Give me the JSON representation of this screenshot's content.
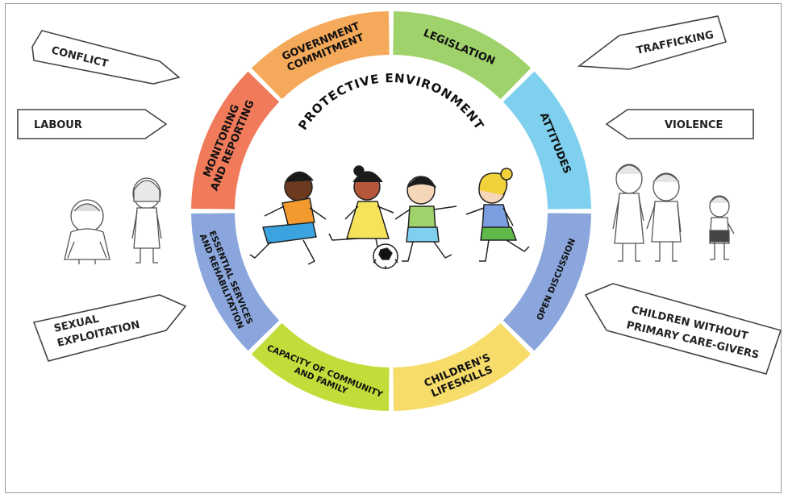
{
  "diagram": {
    "center_title": "PROTECTIVE ENVIRONMENT",
    "ring_segments": [
      {
        "id": "legislation",
        "label_lines": [
          "LEGISLATION"
        ],
        "color": "#9fd26a"
      },
      {
        "id": "attitudes",
        "label_lines": [
          "ATTITUDES"
        ],
        "color": "#7fd0ee"
      },
      {
        "id": "open-discussion",
        "label_lines": [
          "OPEN DISCUSSION"
        ],
        "color": "#8aa6dc"
      },
      {
        "id": "lifeskills",
        "label_lines": [
          "CHILDREN'S",
          "LIFESKILLS"
        ],
        "color": "#f7dc6a"
      },
      {
        "id": "capacity",
        "label_lines": [
          "CAPACITY OF COMMUNITY",
          "AND FAMILY"
        ],
        "color": "#c4dc3a"
      },
      {
        "id": "services",
        "label_lines": [
          "ESSENTIAL SERVICES",
          "AND REHABILITATION"
        ],
        "color": "#8aa6dc"
      },
      {
        "id": "monitoring",
        "label_lines": [
          "MONITORING",
          "AND REPORTING"
        ],
        "color": "#f07a5a"
      },
      {
        "id": "government",
        "label_lines": [
          "GOVERNMENT",
          "COMMITMENT"
        ],
        "color": "#f5a95a"
      }
    ],
    "threats_left": [
      {
        "id": "conflict",
        "label_lines": [
          "CONFLICT"
        ]
      },
      {
        "id": "labour",
        "label_lines": [
          "LABOUR"
        ]
      },
      {
        "id": "sexual-exploitation",
        "label_lines": [
          "SEXUAL",
          "EXPLOITATION"
        ]
      }
    ],
    "threats_right": [
      {
        "id": "trafficking",
        "label_lines": [
          "TRAFFICKING"
        ]
      },
      {
        "id": "violence",
        "label_lines": [
          "VIOLENCE"
        ]
      },
      {
        "id": "children-without-caregivers",
        "label_lines": [
          "CHILDREN WITHOUT",
          "PRIMARY CARE-GIVERS"
        ]
      }
    ],
    "colors": {
      "arrow_stroke": "#444444",
      "text": "#222222",
      "child1_shirt": "#f29a2e",
      "child1_shorts": "#3ba3e0",
      "child1_skin": "#6b3a1f",
      "child2_dress": "#f7e35a",
      "child2_skin": "#b5573a",
      "child3_shirt": "#9fd26a",
      "child3_shorts": "#7fd0ee",
      "child3_skin": "#f6d6b8",
      "child4_shirt": "#7a9ee0",
      "child4_skirt": "#5fb84a",
      "child4_hair": "#f2d23a",
      "child4_skin": "#f6d6b8"
    }
  }
}
